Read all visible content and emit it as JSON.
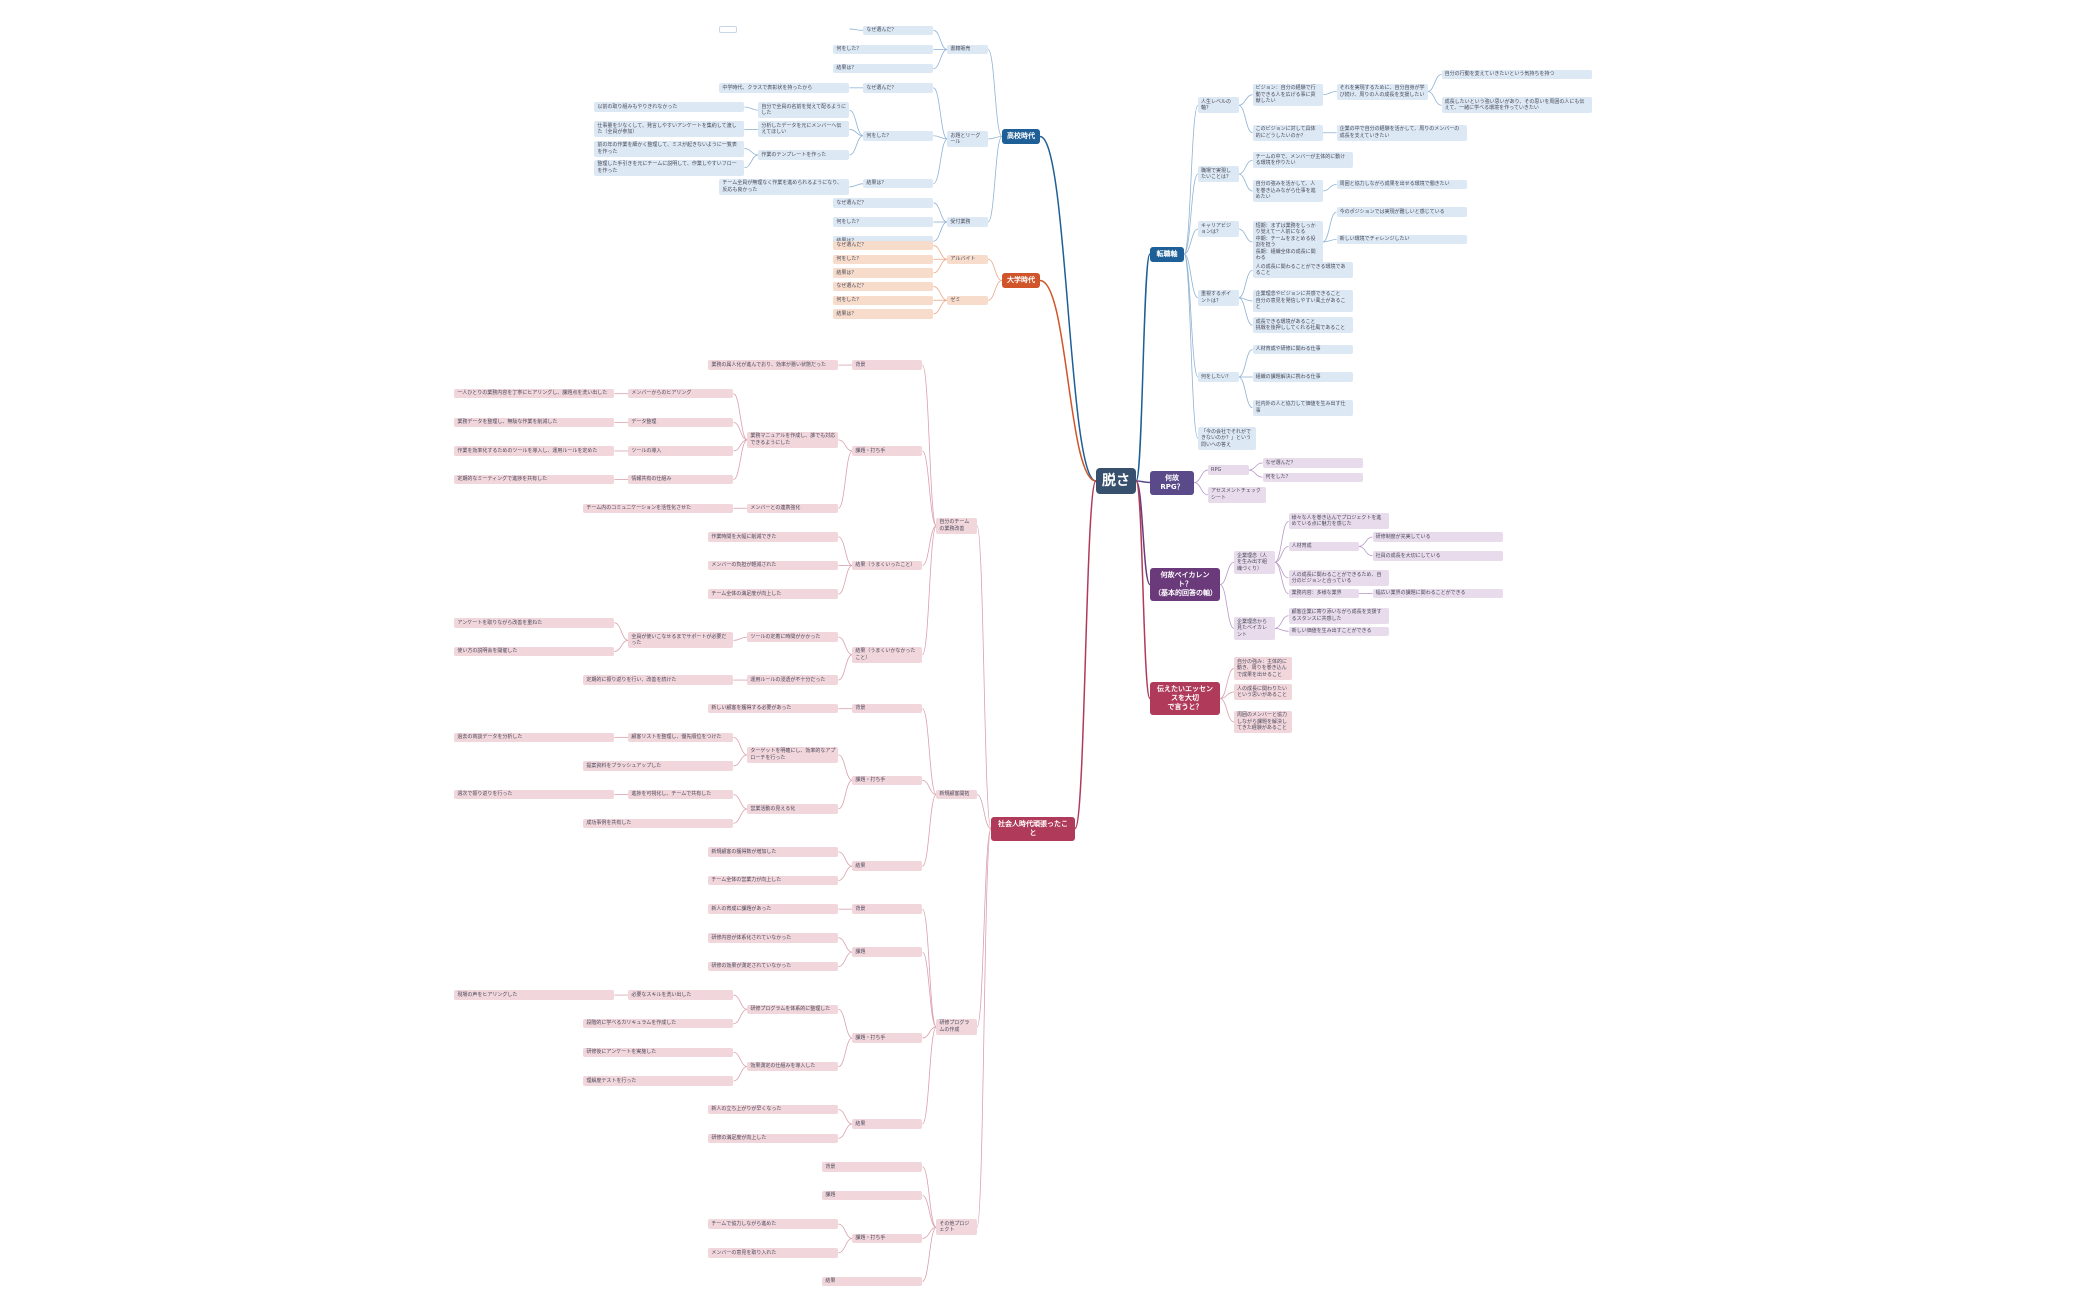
{
  "root": {
    "label": "脱さ",
    "color": "#36506d"
  },
  "branches": [
    {
      "id": "koukou",
      "label": "高校時代",
      "color": "#1d5f96",
      "tone": "blue",
      "children": [
        {
          "label": "書籍販売",
          "children": [
            {
              "label": "なぜ選んだ？",
              "children": [
                {
                  "label": ""
                }
              ]
            },
            {
              "label": "何をした？"
            },
            {
              "label": "結果は？"
            }
          ]
        },
        {
          "label": "お題とリーグール",
          "children": [
            {
              "label": "なぜ選んだ？",
              "children": [
                {
                  "label": "中学時代、クラスで表彰状を持ったから"
                }
              ]
            },
            {
              "label": "何をした？",
              "children": [
                {
                  "label": "自分で全員の名前を覚えて配るようにした",
                  "children": [
                    {
                      "label": "以前の取り組みもやりきれなかった"
                    }
                  ]
                },
                {
                  "label": "分析したデータを元にメンバーへ伝えてほしい",
                  "children": [
                    {
                      "label": "仕事量を少なくして、発言しやすいアンケートを集約して渡した（全員が参加）"
                    }
                  ]
                },
                {
                  "label": "作業のテンプレートを作った",
                  "children": [
                    {
                      "label": "前の年の作業を細かく整理して、ミスが起きないように一覧表を作った"
                    },
                    {
                      "label": "整理した手引きを元にチームに説明して、作業しやすいフローを作った"
                    }
                  ]
                }
              ]
            },
            {
              "label": "結果は？",
              "children": [
                {
                  "label": "チーム全員が無理なく作業を進められるようになり、反応も良かった"
                }
              ]
            }
          ]
        },
        {
          "label": "受付業務",
          "children": [
            {
              "label": "なぜ選んだ？"
            },
            {
              "label": "何をした？"
            },
            {
              "label": "結果は？"
            }
          ]
        }
      ]
    },
    {
      "id": "daigaku",
      "label": "大学時代",
      "color": "#d0552a",
      "tone": "orange",
      "children": [
        {
          "label": "アルバイト",
          "children": [
            {
              "label": "なぜ選んだ？"
            },
            {
              "label": "何をした？"
            },
            {
              "label": "結果は？"
            }
          ]
        },
        {
          "label": "ゼミ",
          "children": [
            {
              "label": "なぜ選んだ？"
            },
            {
              "label": "何をした？"
            },
            {
              "label": "結果は？"
            }
          ]
        }
      ]
    },
    {
      "id": "tenshoku",
      "label": "転職軸",
      "color": "#1d5f96",
      "tone": "blue",
      "children": [
        {
          "label": "人生レベルの軸？",
          "children": [
            {
              "label": "ビジョン：自分の経験で行動できる人を広げる事に貢献したい",
              "children": [
                {
                  "label": "それを実現するために、自分自身が学び続け、周りの人の成長を支援したい",
                  "children": [
                    {
                      "label": "自分の行動を変えていきたいという気持ちを持つ"
                    },
                    {
                      "label": "成長したいという強い思いがあり、その思いを周囲の人にも伝えて、一緒に学べる環境を作っていきたい"
                    }
                  ]
                }
              ]
            },
            {
              "label": "このビジョンに対して具体的にどうしたいのか？",
              "children": [
                {
                  "label": "企業の中で自分の経験を活かして、周りのメンバーの成長を支えていきたい"
                }
              ]
            }
          ]
        },
        {
          "label": "職場で実現したいことは？",
          "children": [
            {
              "label": "チームの中で、メンバーが主体的に動ける環境を作りたい"
            },
            {
              "label": "自分の強みを活かして、人を巻き込みながら仕事を進めたい",
              "children": [
                {
                  "label": "周囲と協力しながら成果を出せる環境で働きたい"
                }
              ]
            }
          ]
        },
        {
          "label": "キャリアビジョンは？",
          "children": [
            {
              "label": "短期：まずは業務をしっかり覚えて一人前になる\n中期：チームをまとめる役割を担う\n長期：組織全体の成長に関わる",
              "children": [
                {
                  "label": "今のポジションでは実現が難しいと感じている"
                },
                {
                  "label": "新しい環境でチャレンジしたい"
                }
              ]
            }
          ]
        },
        {
          "label": "重視するポイントは？",
          "children": [
            {
              "label": "人の成長に関わることができる環境であること"
            },
            {
              "label": "企業理念やビジョンに共感できること\n自分の意見を発信しやすい風土があること"
            },
            {
              "label": "成長できる環境があること\n挑戦を後押ししてくれる社風であること"
            }
          ]
        },
        {
          "label": "何をしたい？",
          "children": [
            {
              "label": "人材育成や研修に関わる仕事"
            },
            {
              "label": "組織の課題解決に携わる仕事"
            },
            {
              "label": "社内外の人と協力して価値を生み出す仕事"
            }
          ]
        },
        {
          "label": "「今の会社でそれができないのか？」という問いへの答え"
        }
      ]
    },
    {
      "id": "naze-ri",
      "label": "何故RPG？",
      "color": "#5a4a8a",
      "tone": "purple",
      "children": [
        {
          "label": "RPG",
          "children": [
            {
              "label": "なぜ選んだ？"
            },
            {
              "label": "何をした？"
            }
          ]
        },
        {
          "label": "アセスメントチェックシート"
        }
      ]
    },
    {
      "id": "naze-pc",
      "label": "何故ベイカレント？\n（基本的回答の軸）",
      "color": "#6a3a7a",
      "tone": "purple",
      "children": [
        {
          "label": "企業理念（人を生み出す組織づくり）",
          "children": [
            {
              "label": "様々な人を巻き込んでプロジェクトを進めている点に魅力を感じた"
            },
            {
              "label": "人材育成",
              "children": [
                {
                  "label": "研修制度が充実している"
                },
                {
                  "label": "社員の成長を大切にしている"
                }
              ]
            },
            {
              "label": "人の成長に関わることができるため、自分のビジョンと合っている"
            },
            {
              "label": "業務内容：多様な業界",
              "children": [
                {
                  "label": "幅広い業界の課題に関わることができる"
                }
              ]
            }
          ]
        },
        {
          "label": "企業理念から見たベイカレント",
          "children": [
            {
              "label": "顧客企業に寄り添いながら成長を支援するスタンスに共感した"
            },
            {
              "label": "新しい価値を生み出すことができる"
            }
          ]
        }
      ]
    },
    {
      "id": "tsutaetai",
      "label": "伝えたいエッセンスを大切\nで言うと？",
      "color": "#b03a5a",
      "tone": "pink",
      "children": [
        {
          "label": "自分の強み：主体的に動き、周りを巻き込んで成果を出せること"
        },
        {
          "label": "人の成長に関わりたいという思いがあること"
        },
        {
          "label": "周囲のメンバーと協力しながら課題を解決してきた経験があること"
        }
      ]
    },
    {
      "id": "shakaijin",
      "label": "社会人時代頑張ったこと",
      "color": "#b03a5a",
      "tone": "pink",
      "children": [
        {
          "label": "自分のチームの業務改善",
          "children": [
            {
              "label": "背景",
              "children": [
                {
                  "label": "業務の属人化が進んでおり、効率が悪い状態だった"
                }
              ]
            },
            {
              "label": "課題・打ち手",
              "children": [
                {
                  "label": "業務マニュアルを作成し、誰でも対応できるようにした",
                  "children": [
                    {
                      "label": "メンバーからのヒアリング",
                      "children": [
                        {
                          "label": "一人ひとりの業務内容を丁寧にヒアリングし、課題点を洗い出した"
                        }
                      ]
                    },
                    {
                      "label": "データ整理",
                      "children": [
                        {
                          "label": "業務データを整理し、無駄な作業を削減した"
                        }
                      ]
                    },
                    {
                      "label": "ツールの導入",
                      "children": [
                        {
                          "label": "作業を効率化するためのツールを導入し、運用ルールを定めた"
                        }
                      ]
                    },
                    {
                      "label": "情報共有の仕組み",
                      "children": [
                        {
                          "label": "定期的なミーティングで進捗を共有した"
                        }
                      ]
                    }
                  ]
                },
                {
                  "label": "メンバーとの連携強化",
                  "children": [
                    {
                      "label": "チーム内のコミュニケーションを活性化させた"
                    }
                  ]
                }
              ]
            },
            {
              "label": "結果（うまくいったこと）",
              "children": [
                {
                  "label": "作業時間を大幅に削減できた"
                },
                {
                  "label": "メンバーの負担が軽減された"
                },
                {
                  "label": "チーム全体の満足度が向上した"
                }
              ]
            },
            {
              "label": "結果（うまくいかなかったこと）",
              "children": [
                {
                  "label": "ツールの定着に時間がかかった",
                  "children": [
                    {
                      "label": "全員が使いこなせるまでサポートが必要だった",
                      "children": [
                        {
                          "label": "アンケートを取りながら改善を重ねた"
                        },
                        {
                          "label": "使い方の説明会を開催した"
                        }
                      ]
                    }
                  ]
                },
                {
                  "label": "運用ルールの浸透が不十分だった",
                  "children": [
                    {
                      "label": "定期的に振り返りを行い、改善を続けた"
                    }
                  ]
                }
              ]
            }
          ]
        },
        {
          "label": "新規顧客開拓",
          "children": [
            {
              "label": "背景",
              "children": [
                {
                  "label": "新しい顧客を獲得する必要があった"
                }
              ]
            },
            {
              "label": "課題・打ち手",
              "children": [
                {
                  "label": "ターゲットを明確にし、効率的なアプローチを行った",
                  "children": [
                    {
                      "label": "顧客リストを整理し、優先順位をつけた",
                      "children": [
                        {
                          "label": "過去の商談データを分析した"
                        }
                      ]
                    },
                    {
                      "label": "提案資料をブラッシュアップした"
                    }
                  ]
                },
                {
                  "label": "営業活動の見える化",
                  "children": [
                    {
                      "label": "進捗を可視化し、チームで共有した",
                      "children": [
                        {
                          "label": "週次で振り返りを行った"
                        }
                      ]
                    },
                    {
                      "label": "成功事例を共有した"
                    }
                  ]
                }
              ]
            },
            {
              "label": "結果",
              "children": [
                {
                  "label": "新規顧客の獲得数が増加した"
                },
                {
                  "label": "チーム全体の営業力が向上した"
                }
              ]
            }
          ]
        },
        {
          "label": "研修プログラムの作成",
          "children": [
            {
              "label": "背景",
              "children": [
                {
                  "label": "新人の育成に課題があった"
                }
              ]
            },
            {
              "label": "課題",
              "children": [
                {
                  "label": "研修内容が体系化されていなかった"
                },
                {
                  "label": "研修の効果が測定されていなかった"
                }
              ]
            },
            {
              "label": "課題・打ち手",
              "children": [
                {
                  "label": "研修プログラムを体系的に整理した",
                  "children": [
                    {
                      "label": "必要なスキルを洗い出した",
                      "children": [
                        {
                          "label": "現場の声をヒアリングした"
                        }
                      ]
                    },
                    {
                      "label": "段階的に学べるカリキュラムを作成した"
                    }
                  ]
                },
                {
                  "label": "効果測定の仕組みを導入した",
                  "children": [
                    {
                      "label": "研修後にアンケートを実施した"
                    },
                    {
                      "label": "理解度テストを行った"
                    }
                  ]
                }
              ]
            },
            {
              "label": "結果",
              "children": [
                {
                  "label": "新人の立ち上がりが早くなった"
                },
                {
                  "label": "研修の満足度が向上した"
                }
              ]
            }
          ]
        },
        {
          "label": "その他プロジェクト",
          "children": [
            {
              "label": "背景"
            },
            {
              "label": "課題"
            },
            {
              "label": "課題・打ち手",
              "children": [
                {
                  "label": "チームで協力しながら進めた"
                },
                {
                  "label": "メンバーの意見を取り入れた"
                }
              ]
            },
            {
              "label": "結果"
            }
          ]
        }
      ]
    }
  ]
}
